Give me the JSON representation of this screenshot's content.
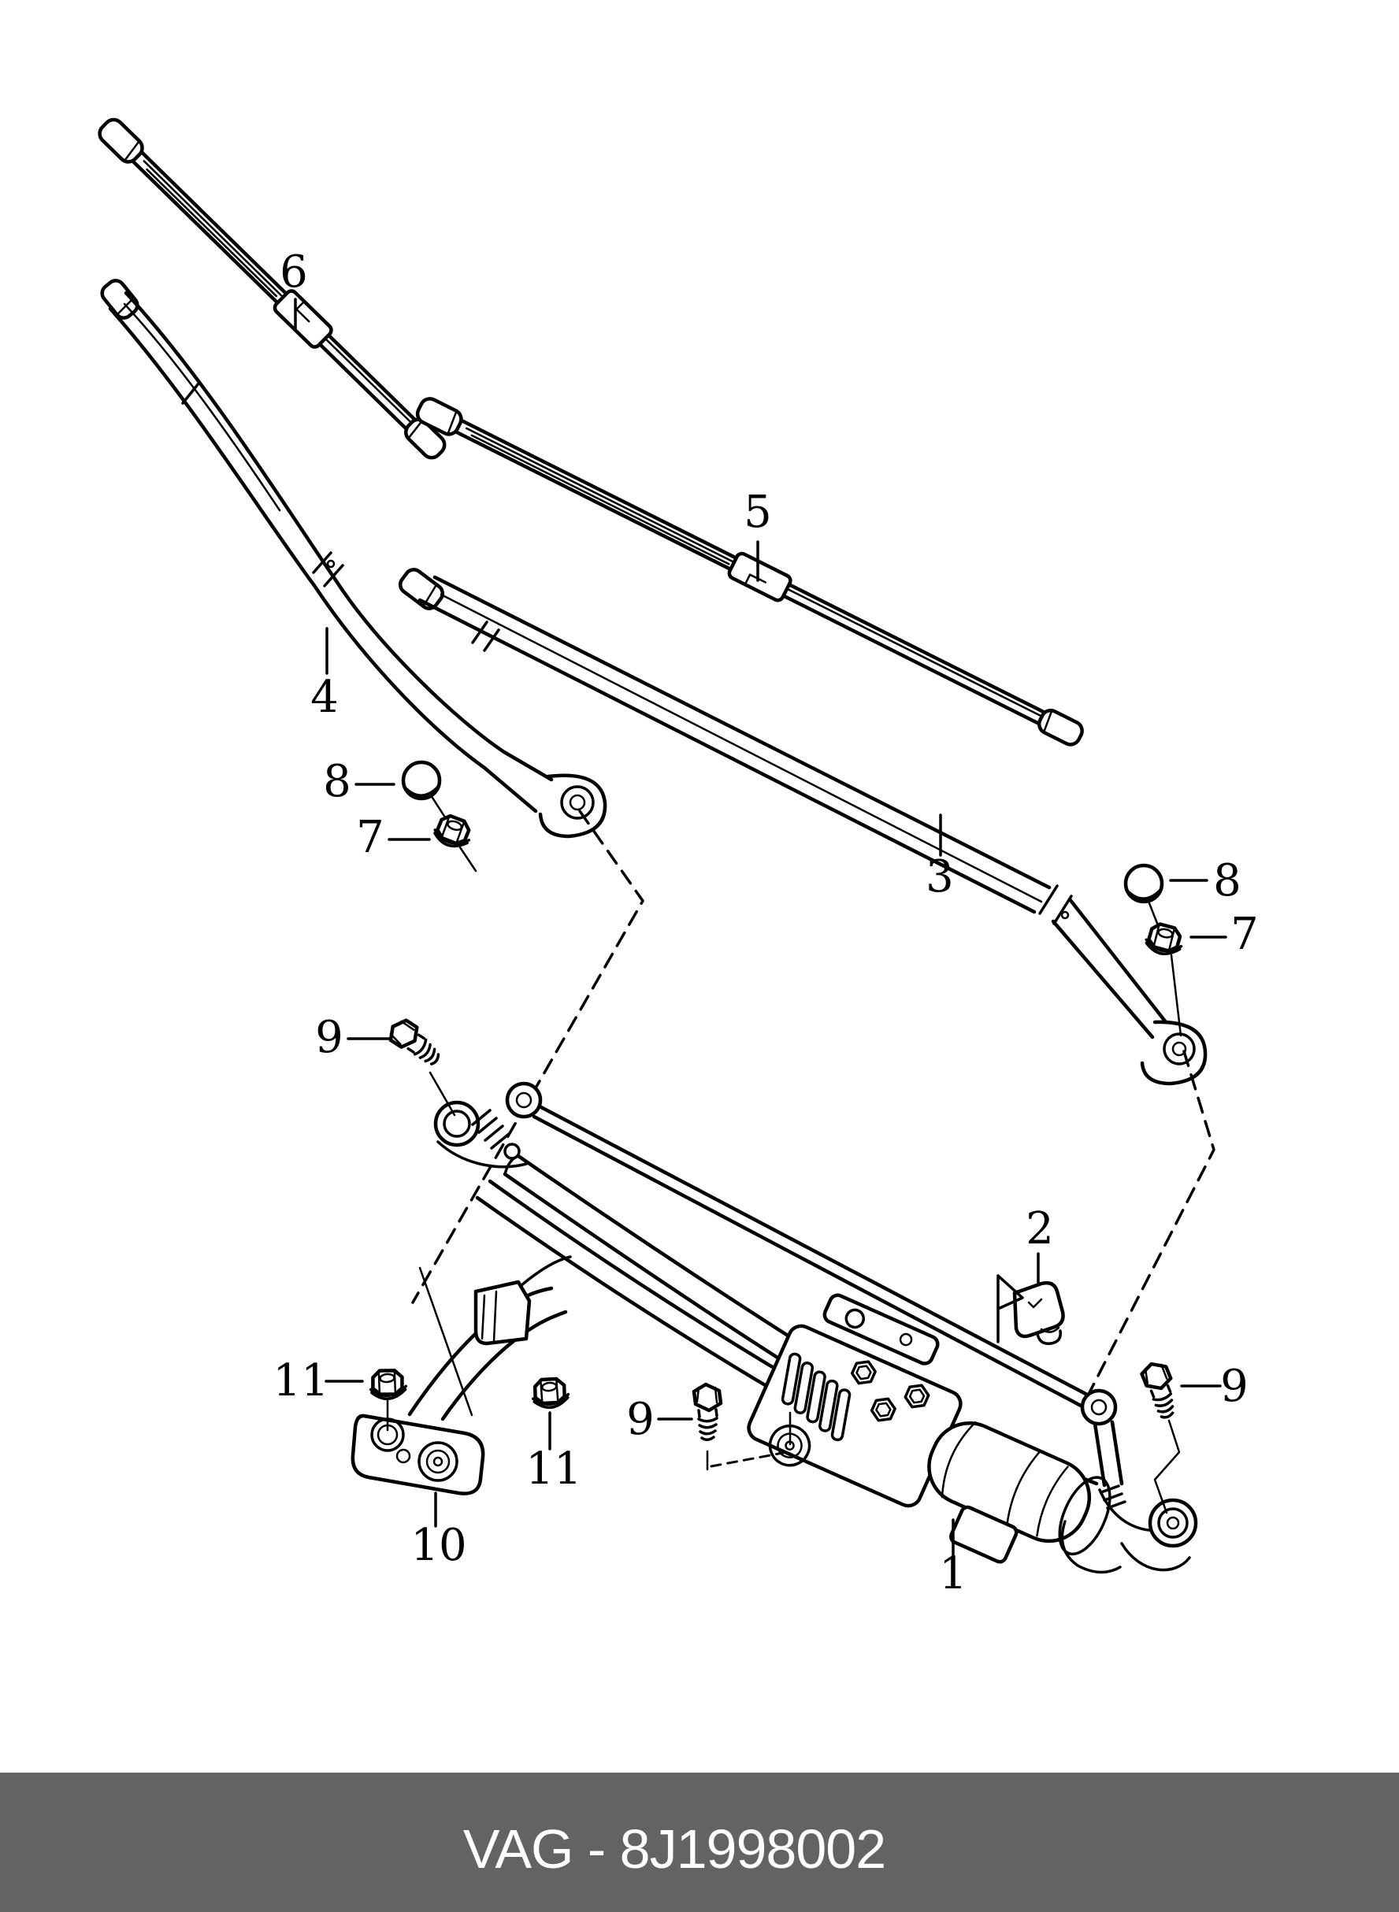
{
  "colors": {
    "ink": "#000000",
    "paper": "#ffffff",
    "footer_bg": "#636363",
    "footer_fg": "#ffffff"
  },
  "footer": {
    "text": "VAG - 8J1998002"
  },
  "callouts": {
    "c1": {
      "text": "1"
    },
    "c2": {
      "text": "2"
    },
    "c3": {
      "text": "3"
    },
    "c4": {
      "text": "4"
    },
    "c5": {
      "text": "5"
    },
    "c6": {
      "text": "6"
    },
    "c7a": {
      "text": "7"
    },
    "c7b": {
      "text": "7"
    },
    "c8a": {
      "text": "8"
    },
    "c8b": {
      "text": "8"
    },
    "c9a": {
      "text": "9"
    },
    "c9b": {
      "text": "9"
    },
    "c9c": {
      "text": "9"
    },
    "c10": {
      "text": "10"
    },
    "c11a": {
      "text": "11"
    },
    "c11b": {
      "text": "11"
    }
  }
}
